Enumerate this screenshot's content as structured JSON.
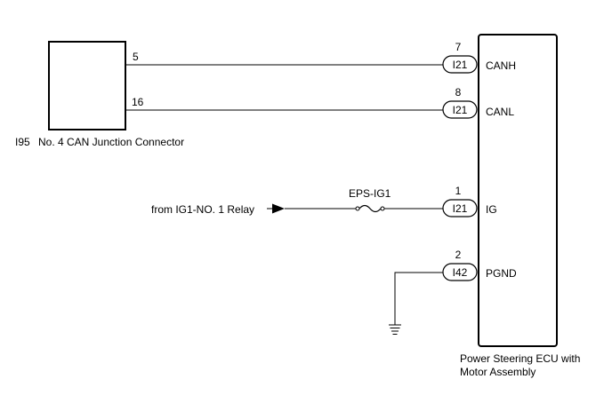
{
  "junction_connector": {
    "code": "I95",
    "name": "No. 4 CAN Junction Connector",
    "pin_canh": "5",
    "pin_canl": "16"
  },
  "ecu": {
    "name_line1": "Power Steering ECU with",
    "name_line2": "Motor Assembly",
    "terminals": [
      {
        "pin": "7",
        "connector": "I21",
        "signal": "CANH"
      },
      {
        "pin": "8",
        "connector": "I21",
        "signal": "CANL"
      },
      {
        "pin": "1",
        "connector": "I21",
        "signal": "IG"
      },
      {
        "pin": "2",
        "connector": "I42",
        "signal": "PGND"
      }
    ]
  },
  "power_source": "from IG1-NO. 1 Relay",
  "fuse": "EPS-IG1",
  "ground_icon": "ground-symbol-icon",
  "fuse_icon": "fuse-symbol-icon",
  "arrow_icon": "arrow-right-icon"
}
